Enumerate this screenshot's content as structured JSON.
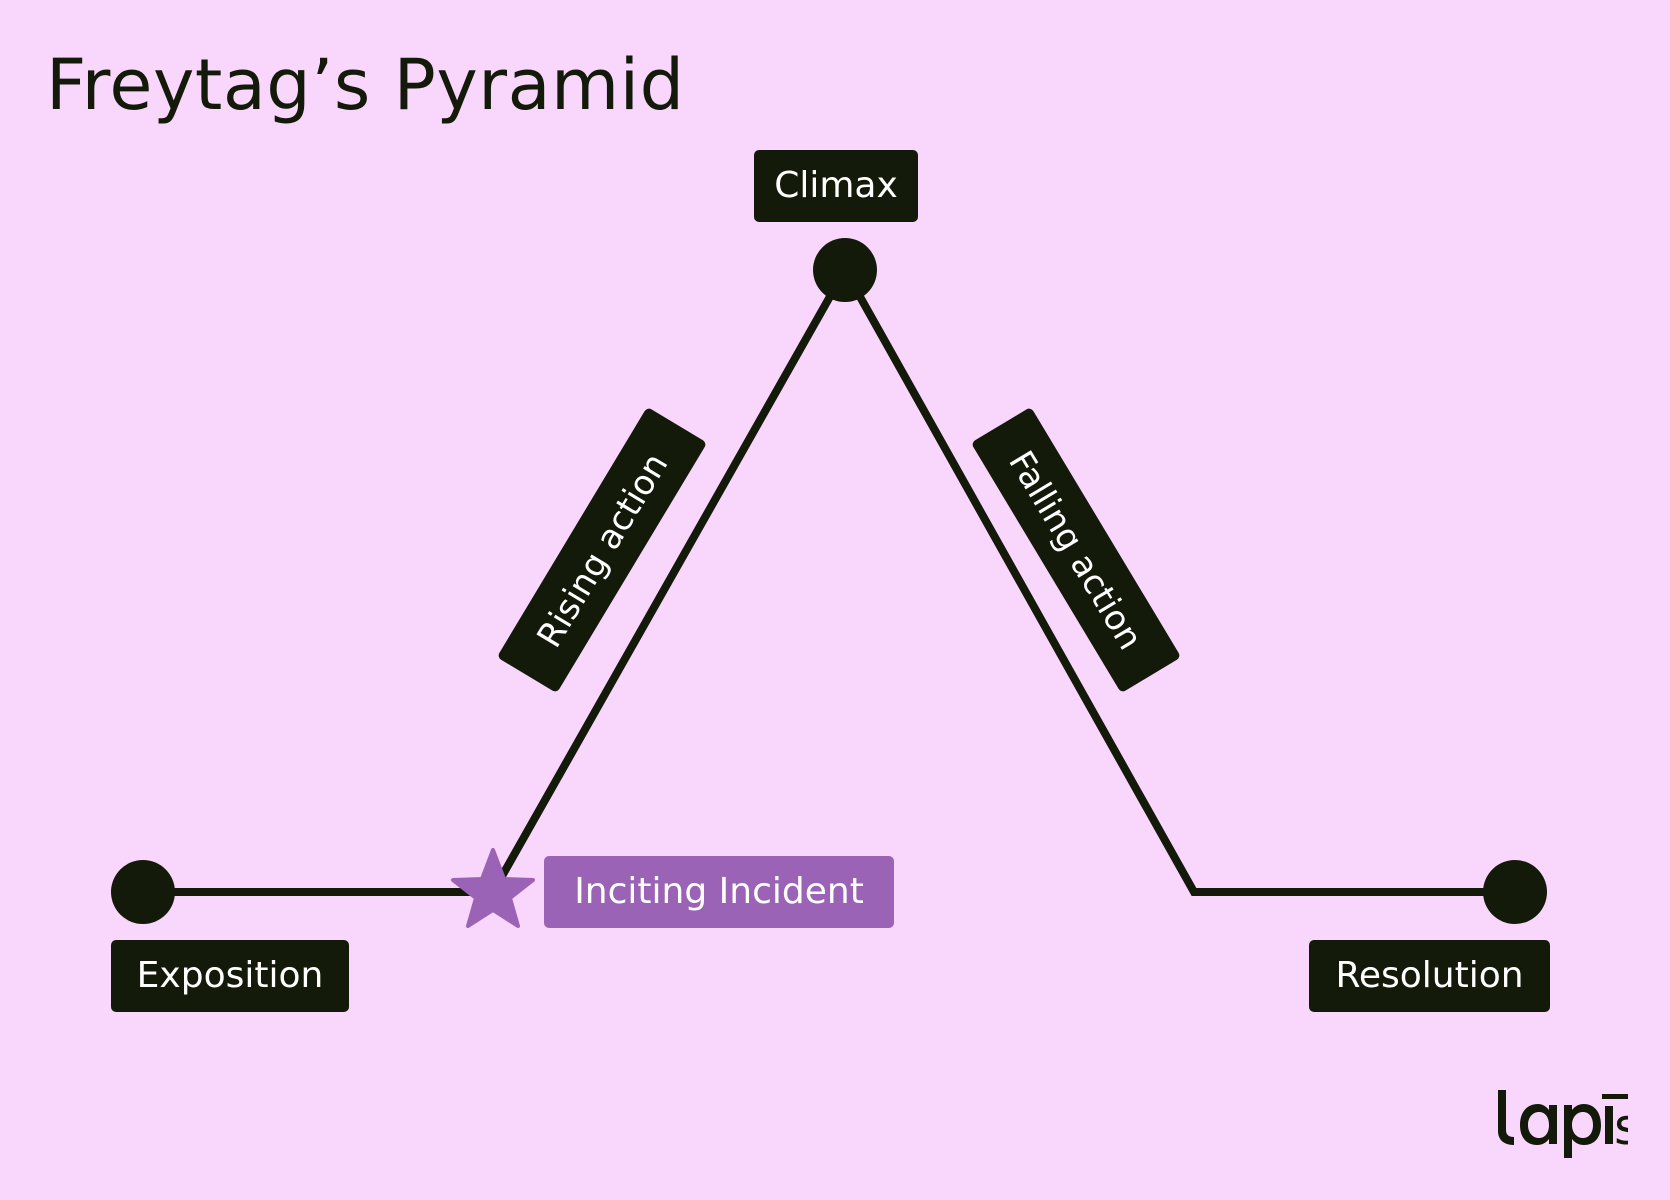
{
  "title": "Freytag’s Pyramid",
  "stages": {
    "exposition": "Exposition",
    "inciting_incident": "Inciting Incident",
    "rising_action": "Rising action",
    "climax": "Climax",
    "falling_action": "Falling action",
    "resolution": "Resolution"
  },
  "logo": "lapis",
  "colors": {
    "background": "#f9d7fc",
    "ink": "#141a0a",
    "accent": "#9a63b5",
    "label_text": "#ffffff"
  }
}
